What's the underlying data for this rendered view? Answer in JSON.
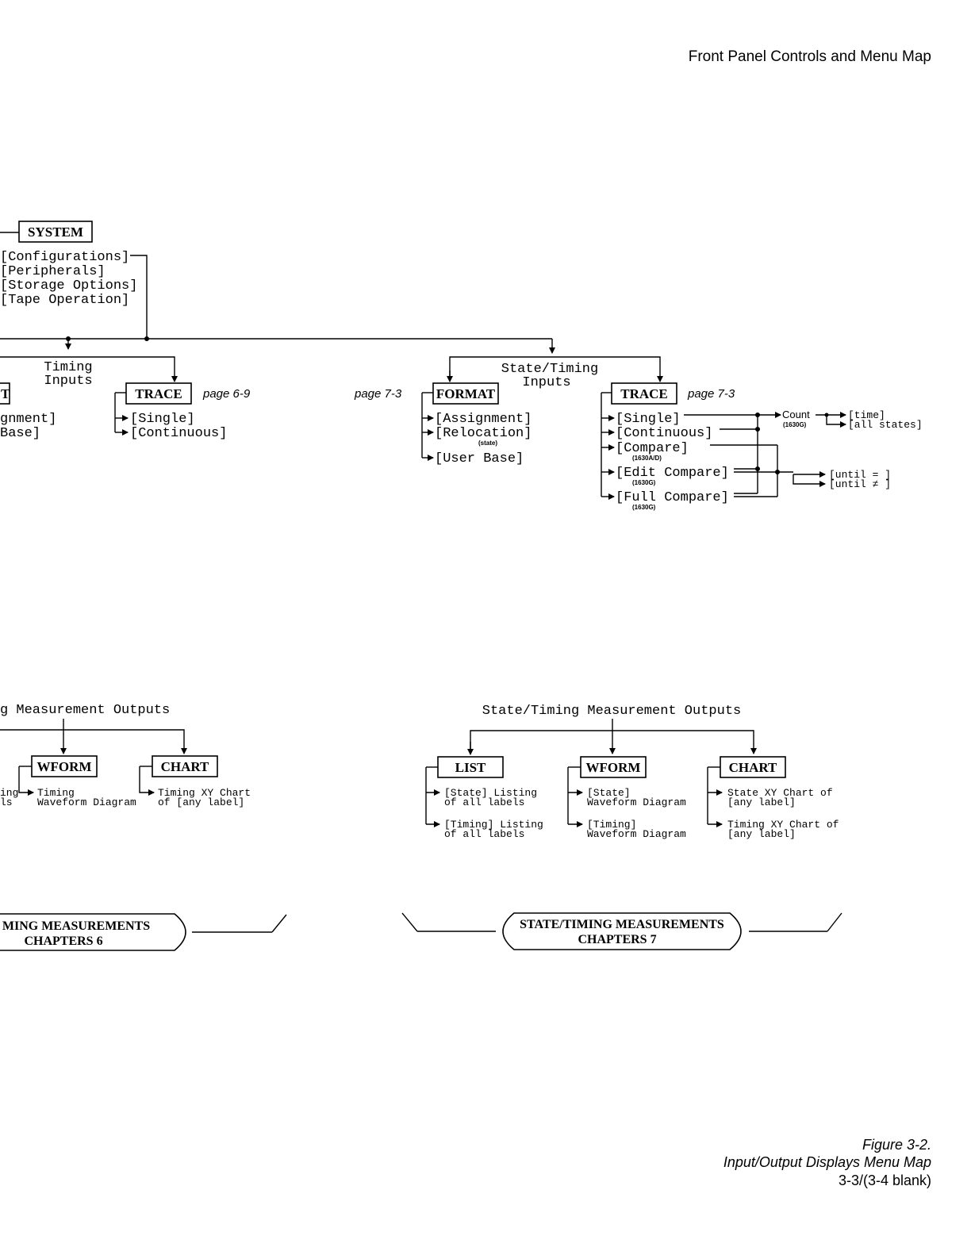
{
  "header": {
    "title": "Front Panel Controls and Menu Map"
  },
  "system": {
    "label": "SYSTEM",
    "items": [
      "[Configurations]",
      "[Peripherals]",
      "[Storage Options]",
      "[Tape Operation]"
    ]
  },
  "timing_inputs": {
    "heading_line1": "Timing",
    "heading_line2": "Inputs",
    "format_partial": "T",
    "format_items_partial": [
      "gnment]",
      "Base]"
    ],
    "trace": {
      "label": "TRACE",
      "page": "page 6-9",
      "items": [
        "[Single]",
        "[Continuous]"
      ]
    }
  },
  "state_timing_inputs": {
    "heading_line1": "State/Timing",
    "heading_line2": "Inputs",
    "format": {
      "label": "FORMAT",
      "page": "page 7-3",
      "items": [
        "[Assignment]",
        "[Relocation]",
        "[User Base]"
      ],
      "relocation_note": "(state)"
    },
    "trace": {
      "label": "TRACE",
      "page": "page 7-3",
      "items": [
        "[Single]",
        "[Continuous]",
        "[Compare]",
        "[Edit Compare]",
        "[Full Compare]"
      ],
      "notes": [
        "(1630A/D)",
        "(1630G)",
        "(1630G)"
      ],
      "count": {
        "label": "Count",
        "note": "(1630G)",
        "items": [
          "[time]",
          "[all states]"
        ]
      },
      "until": [
        "[until = ]",
        "[until ≠ ]"
      ]
    }
  },
  "timing_outputs": {
    "heading": "g Measurement Outputs",
    "list_partial": [
      "ing",
      "ls"
    ],
    "wform": {
      "label": "WFORM",
      "desc_line1": "Timing",
      "desc_line2": "Waveform Diagram"
    },
    "chart": {
      "label": "CHART",
      "desc_line1": "Timing XY Chart",
      "desc_line2": "of [any label]"
    },
    "banner_line1": "MING MEASUREMENTS",
    "banner_line2": "CHAPTERS 6"
  },
  "state_timing_outputs": {
    "heading": "State/Timing Measurement Outputs",
    "list": {
      "label": "LIST",
      "items": [
        {
          "line1": "[State] Listing",
          "line2": "of all labels"
        },
        {
          "line1": "[Timing] Listing",
          "line2": "of all labels"
        }
      ]
    },
    "wform": {
      "label": "WFORM",
      "items": [
        {
          "line1": "[State]",
          "line2": "Waveform Diagram"
        },
        {
          "line1": "[Timing]",
          "line2": "Waveform Diagram"
        }
      ]
    },
    "chart": {
      "label": "CHART",
      "items": [
        {
          "line1": "State XY Chart of",
          "line2": "[any label]"
        },
        {
          "line1": "Timing XY Chart of",
          "line2": "[any label]"
        }
      ]
    },
    "banner_line1": "STATE/TIMING MEASUREMENTS",
    "banner_line2": "CHAPTERS 7"
  },
  "caption": {
    "line1": "Figure 3-2.",
    "line2": "Input/Output Displays Menu Map",
    "line3": "3-3/(3-4 blank)"
  }
}
